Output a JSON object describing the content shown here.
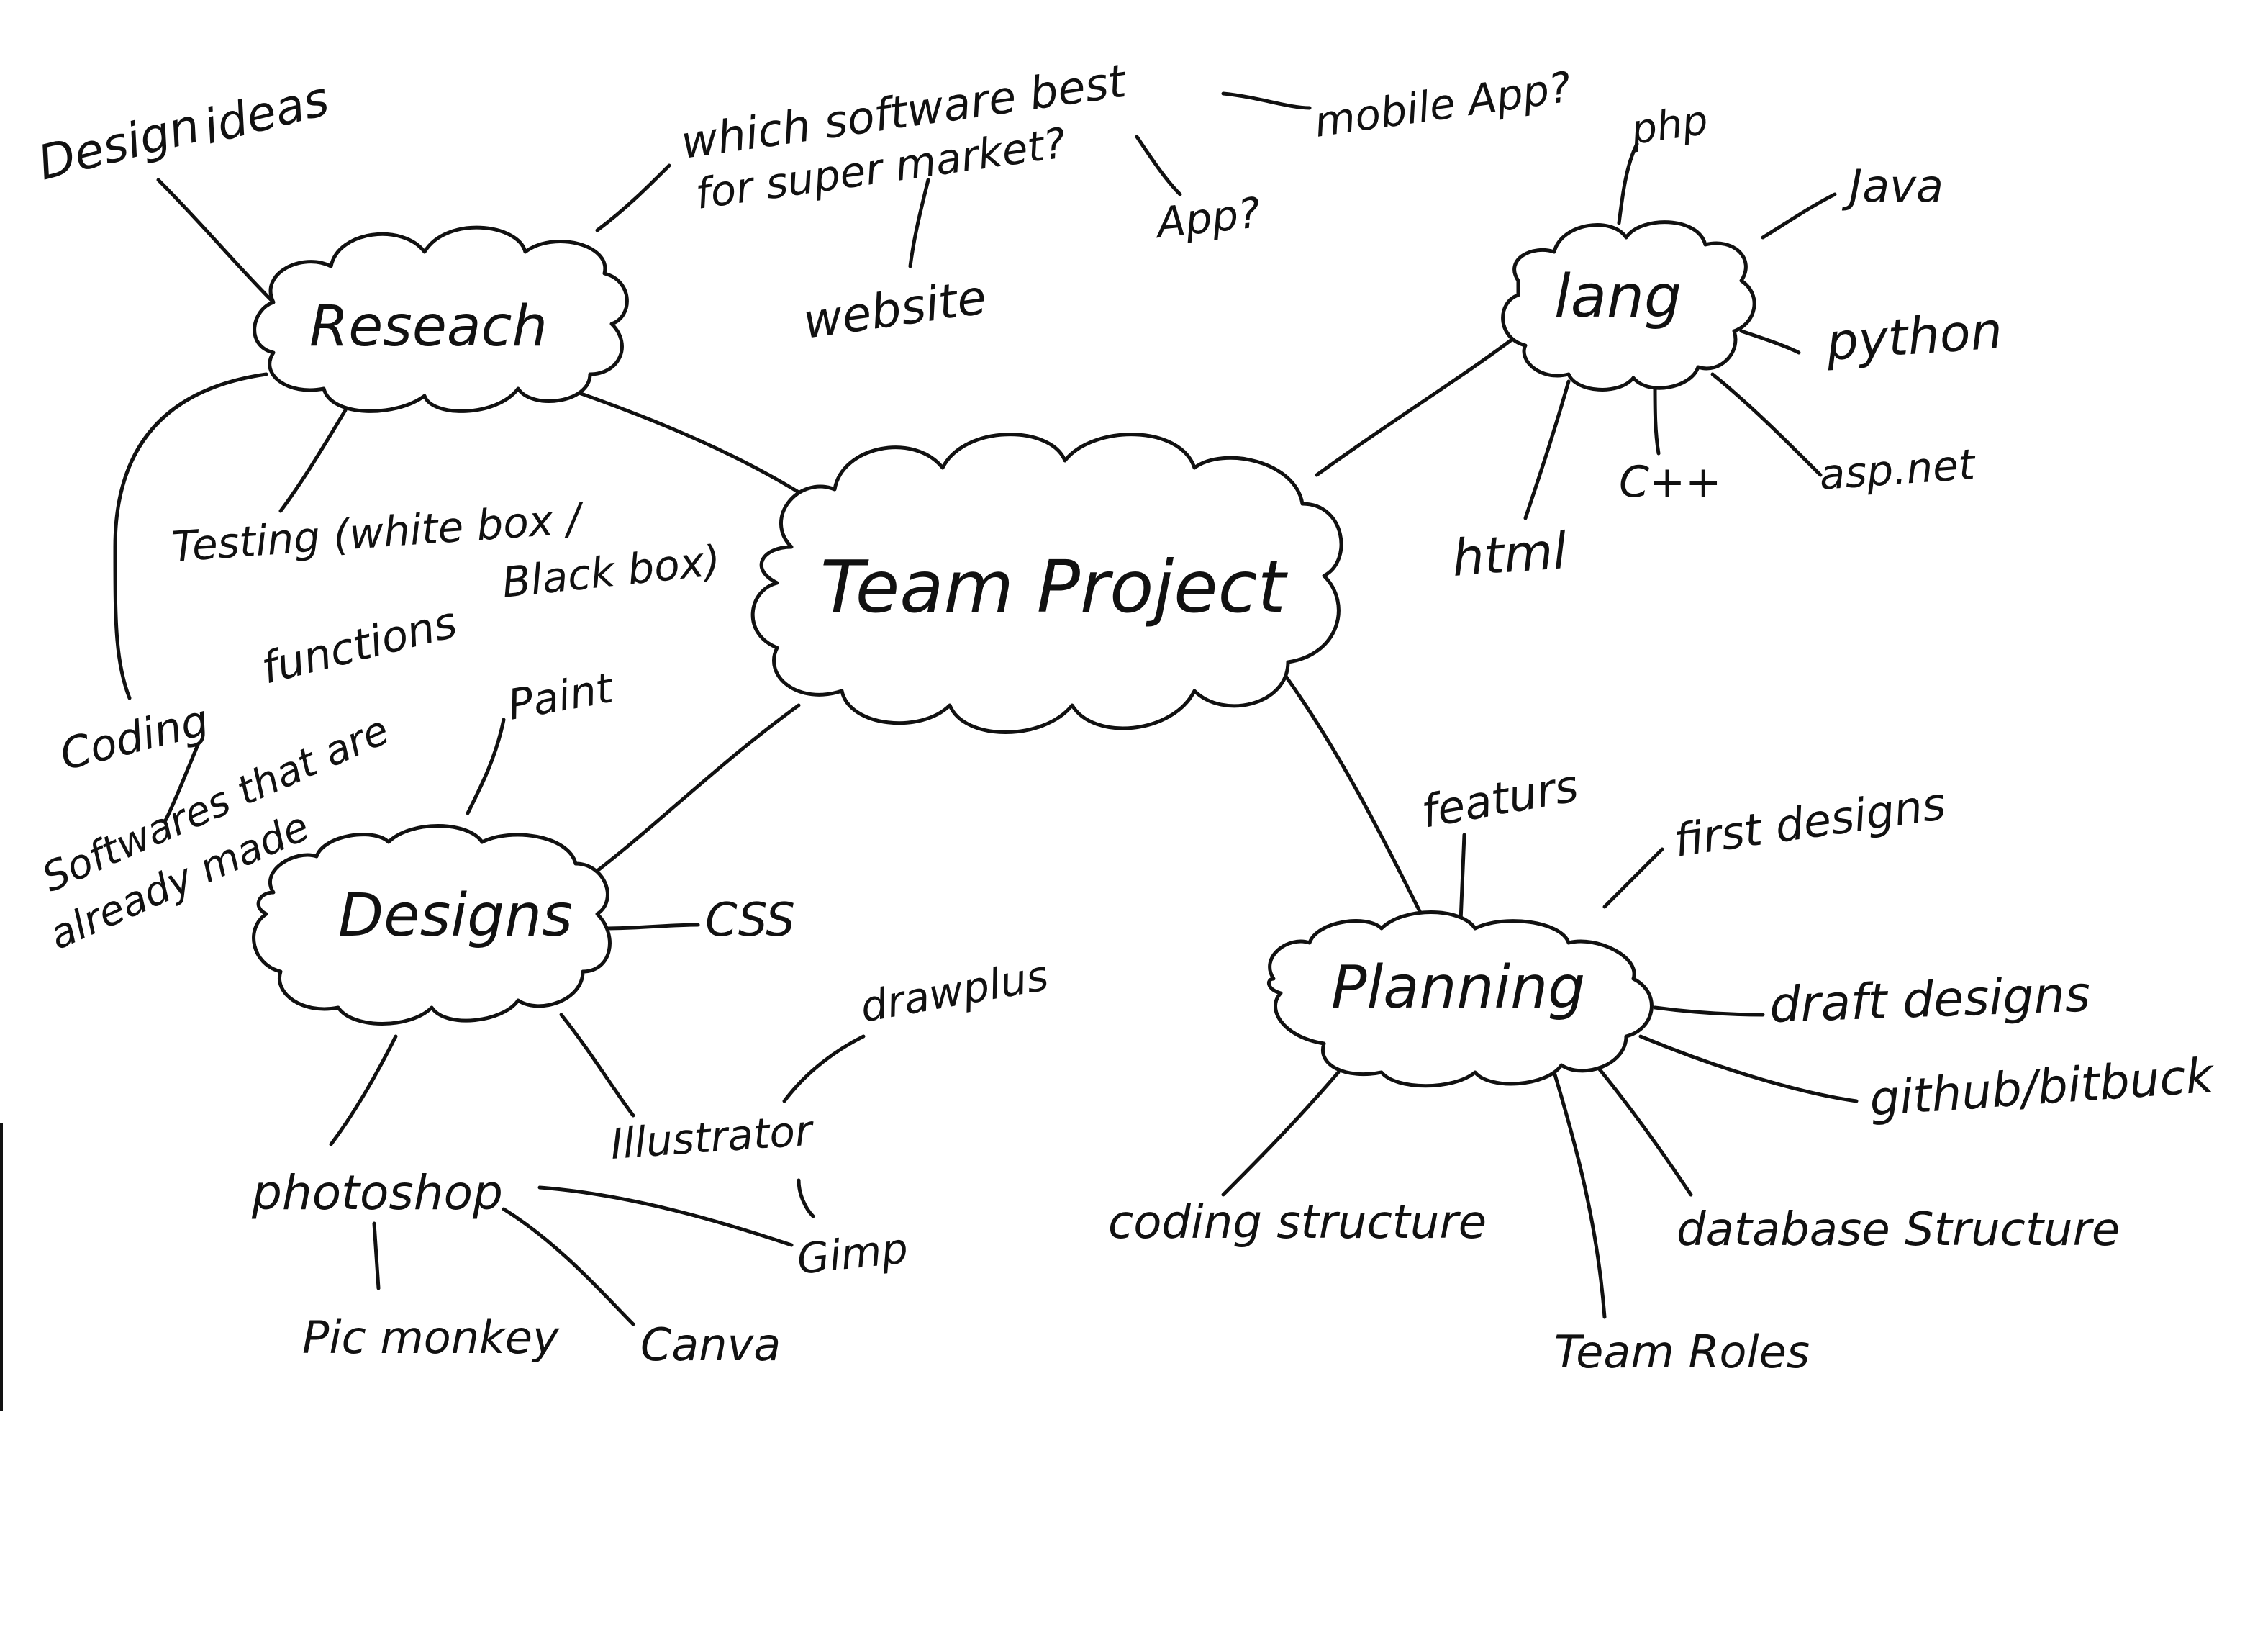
{
  "center": {
    "label": "Team Project"
  },
  "research": {
    "label": "Reseach",
    "items": {
      "design_ideas_1": "Design",
      "design_ideas_2": "ideas",
      "question_1": "which software best",
      "question_2": "for     super market?",
      "mobile_app": "mobile App?",
      "app": "App?",
      "website": "website",
      "testing_1": "Testing (white box /",
      "testing_2": "Black box)",
      "coding_functions_1": "Coding",
      "coding_functions_2": "functions",
      "softwares_1": "Softwares that are",
      "softwares_2": "already made"
    }
  },
  "lang": {
    "label": "lang",
    "items": {
      "php": "php",
      "java": "Java",
      "python": "python",
      "asp": "asp.net",
      "cpp": "C++",
      "html": "html"
    }
  },
  "designs": {
    "label": "Designs",
    "items": {
      "paint": "Paint",
      "css": "CSS",
      "drawplus": "drawplus",
      "illustrator": "Illustrator",
      "photoshop": "photoshop",
      "gimp": "Gimp",
      "picmonkey": "Pic monkey",
      "canva": "Canva"
    }
  },
  "planning": {
    "label": "Planning",
    "items": {
      "features": "featurs",
      "first_designs": "first designs",
      "draft_designs": "draft designs",
      "github": "github/bitbuck",
      "database": "database Structure",
      "team_roles": "Team Roles",
      "coding_structure": "coding structure"
    }
  }
}
